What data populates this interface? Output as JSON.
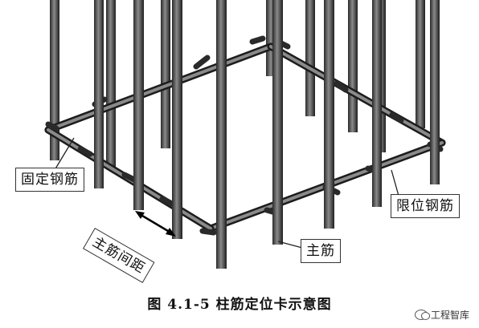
{
  "labels": {
    "fixed_rebar": "固定钢筋",
    "limit_rebar": "限位钢筋",
    "main_rebar": "主筋",
    "rebar_spacing": "主筋间距"
  },
  "caption": "图 4.1-5  柱筋定位卡示意图",
  "watermark": {
    "text": "工程智库",
    "icon": "wechat-icon"
  },
  "colors": {
    "rebar_fill": "#4a4a4a",
    "rebar_edge": "#1c1c1c",
    "label_border": "#333333"
  }
}
